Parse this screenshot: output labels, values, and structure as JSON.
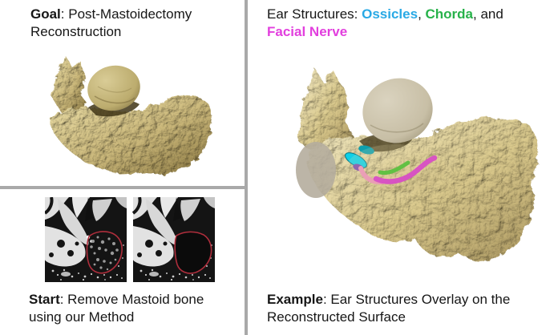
{
  "figure": {
    "background": "#FFFFFF",
    "divider_color": "#A9A9A9"
  },
  "goal_panel": {
    "label": "Goal",
    "line1_rest": ": Post-Mastoidectomy",
    "line2": "Reconstruction",
    "image_alt": "3d-temporal-bone-surface-render"
  },
  "ear_panel": {
    "prefix": "Ear Structures: ",
    "ossicles": "Ossicles",
    "comma": ", ",
    "chorda": "Chorda",
    "and": ", and",
    "facial": "Facial Nerve",
    "colors": {
      "ossicles": "#29A9E5",
      "chorda": "#27B24A",
      "facial_nerve": "#E23FDE"
    },
    "image_alt": "3d-temporal-bone-with-colored-ear-structures"
  },
  "start_panel": {
    "label": "Start",
    "line1_rest": ": Remove Mastoid bone",
    "line2": "using our Method",
    "image_alt": "ct-slices-before-and-after-mastoid-removal"
  },
  "example_panel": {
    "label": "Example",
    "line1_rest": ": Ear Structures Overlay on the",
    "line2": "Reconstructed Surface"
  },
  "render_colors": {
    "bone_light": "#EFE3AE",
    "bone_mid": "#CDBA7C",
    "bone_dark": "#8F7C44",
    "dome_gray": "#CDC5B0",
    "ct_red_contour": "#AF2E3C",
    "ossicles_cyan": "#10D0E8",
    "chorda_green": "#46BE32",
    "facial_magenta": "#D83BCF",
    "facial_pink": "#EC93BC"
  }
}
